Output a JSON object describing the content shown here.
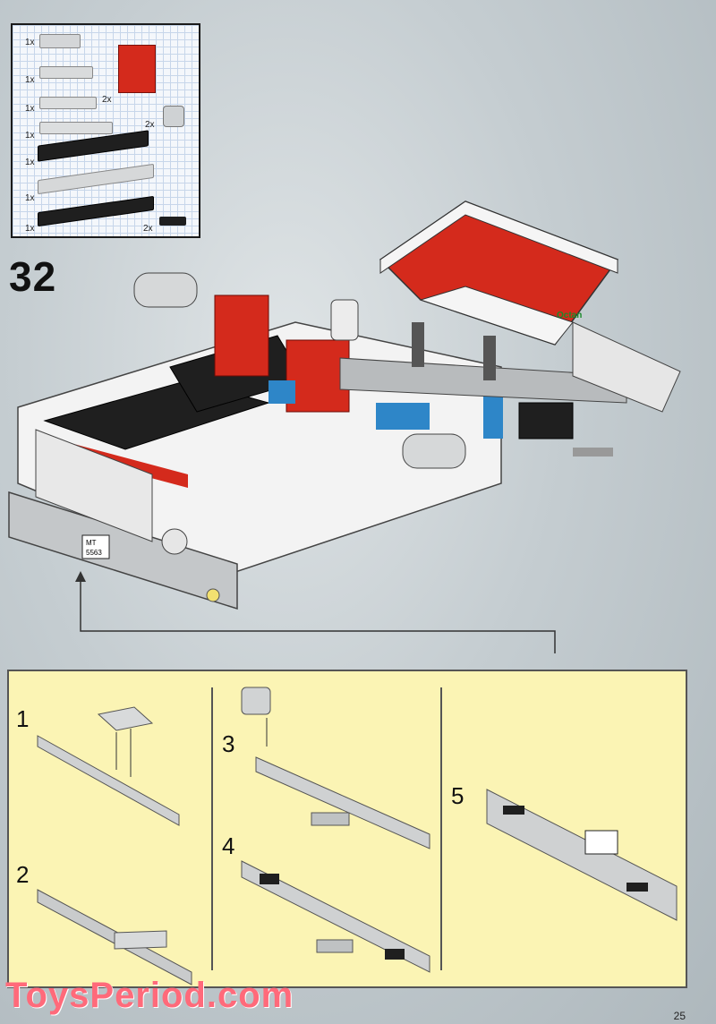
{
  "parts_list": {
    "quantities": [
      "1x",
      "1x",
      "1x",
      "1x",
      "1x",
      "1x",
      "1x",
      "2x",
      "2x",
      "2x"
    ]
  },
  "step": {
    "number": "32"
  },
  "license_plate": {
    "line1": "MT",
    "line2": "5563"
  },
  "octan_logo_text": "Octan",
  "substeps": [
    "1",
    "2",
    "3",
    "4",
    "5"
  ],
  "watermark": "ToysPeriod.com",
  "page_number": "25",
  "colors": {
    "red": "#d42a1c",
    "black": "#1f1f1f",
    "grey": "#c9ccce",
    "white": "#f5f5f5",
    "blue": "#2e86c8",
    "panel": "#fbf4b4"
  }
}
